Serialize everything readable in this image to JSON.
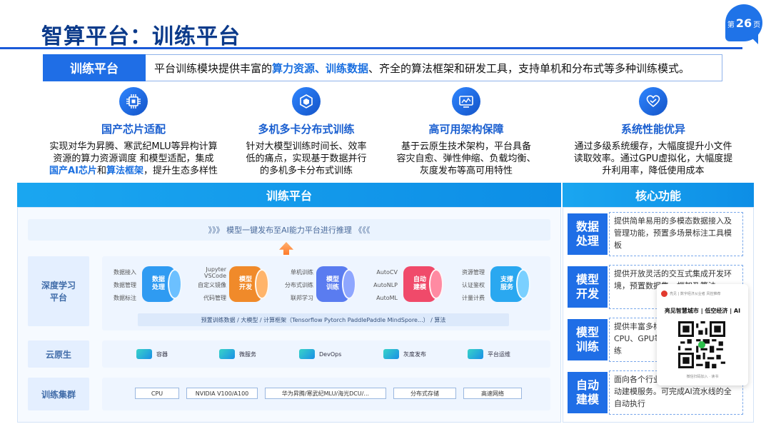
{
  "header": {
    "title": "智算平台：训练平台",
    "page_prefix": "第",
    "page_number": "26",
    "page_suffix": "页"
  },
  "intro": {
    "tag": "训练平台",
    "text_a": "平台训练模块提供丰富的",
    "highlight": "算力资源、训练数据",
    "text_b": "、齐全的算法框架和研发工具，支持单机和分布式等多种训练模式。"
  },
  "features": [
    {
      "icon": "chip-icon",
      "title": "国产芯片适配",
      "line1": "实现对华为昇腾、寒武纪MLU等异构计算",
      "line2": "资源的算力资源调度 和模型适配，集成",
      "line3a": "国",
      "line3hl": "产AI芯片",
      "line3b": "和",
      "line3hl2": "算法框架",
      "line3c": "，提升生态多样性"
    },
    {
      "icon": "cube-network-icon",
      "title": "多机多卡分布式训练",
      "line1": "针对大模型训练时间长、效率",
      "line2": "低的痛点，实现基于数据并行",
      "line3": "的多机多卡分布式训练"
    },
    {
      "icon": "architecture-icon",
      "title": "高可用架构保障",
      "line1": "基于云原生技术架构，平台具备",
      "line2": "容灾自愈、弹性伸缩、负载均衡、",
      "line3": "灰度发布等高可用特性"
    },
    {
      "icon": "heart-hand-icon",
      "title": "系统性能优异",
      "line1": "通过多级系统缓存，大幅度提升小文件",
      "line2": "读取效率。通过GPU虚拟化，大幅度提",
      "line3": "升利用率，降低使用成本"
    }
  ],
  "platform": {
    "header": "训练平台",
    "top_banner": "》》》  模型一键发布至AI能力平台进行推理  《《《",
    "deep_learning_label": "深度学习\n平台",
    "groups": [
      {
        "labels": [
          "数据接入",
          "数据管理",
          "数据标注"
        ],
        "box": "数据\n处理",
        "color": "#2f9bf2"
      },
      {
        "labels": [
          "Jupyter\nVSCode",
          "自定义镜像",
          "代码管理"
        ],
        "box": "模型\n开发",
        "color": "#f08a2a"
      },
      {
        "labels": [
          "单机训练",
          "分布式训练",
          "联邦学习"
        ],
        "box": "模型\n训练",
        "color": "#5a7cf0"
      },
      {
        "labels": [
          "AutoCV",
          "AutoNLP",
          "AutoML"
        ],
        "box": "自动\n建模",
        "color": "#f04a6a"
      },
      {
        "labels": [
          "资源管理",
          "认证鉴权",
          "计量计费"
        ],
        "box": "支撑\n服务",
        "color": "#2aa8f0"
      }
    ],
    "stack_bar": "预置训练数据   /   大模型   /   计算框架（Tensorflow Pytorch PaddlePaddle MindSpore...）   /   算法",
    "cloud_label": "云原生",
    "cloud_items": [
      "容器",
      "微服务",
      "DevOps",
      "灰度发布",
      "平台运维"
    ],
    "cluster_label": "训练集群",
    "hardware": [
      "CPU",
      "NVIDIA V100/A100",
      "华为昇腾/寒武纪MLU/海光DCU/...",
      "分布式存储",
      "高速网络"
    ]
  },
  "core": {
    "header": "核心功能",
    "items": [
      {
        "tag": "数据\n处理",
        "desc": "提供简单易用的多模态数据接入及管理功能，预置多场景标注工具模板"
      },
      {
        "tag": "模型\n开发",
        "desc": "提供开放灵活的交互式集成开发环境，预置数据集、框架及算法"
      },
      {
        "tag": "模型\n训练",
        "desc": "提供丰富多样的训练方式，支持CPU、GPU等异构算力，分布式训练"
      },
      {
        "tag": "自动\n建模",
        "desc": "面向各个行业场景，提供一站式自动建模服务。可完成AI流水线的全自动执行"
      }
    ]
  },
  "qr_card": {
    "account": "亮见 | 数字经济从业者 风控推荐",
    "title": "亮见智慧城市 | 低空经济 | AI",
    "footer": "微信扫码加入 · 读书"
  }
}
